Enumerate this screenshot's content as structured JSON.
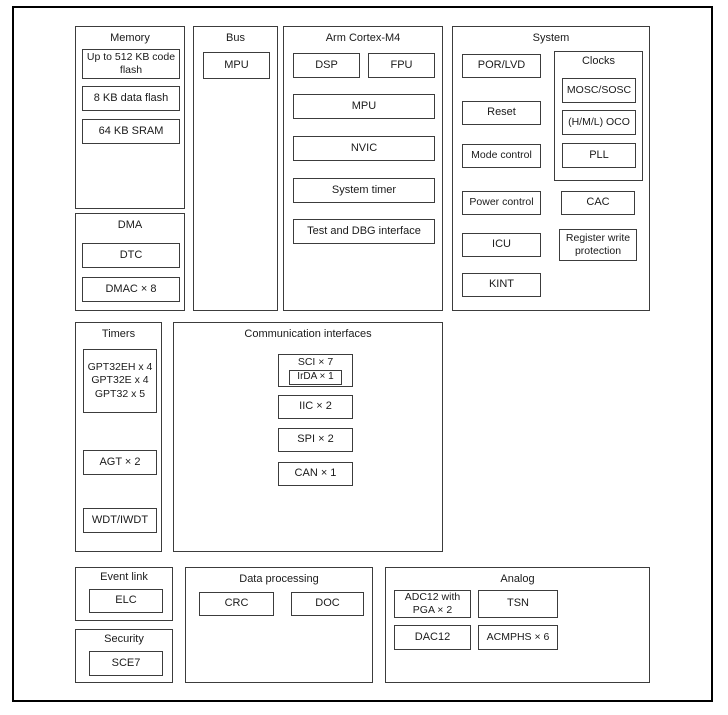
{
  "sections": {
    "memory": {
      "title": "Memory",
      "items": [
        "Up to 512 KB code flash",
        "8 KB data flash",
        "64 KB SRAM"
      ]
    },
    "dma": {
      "title": "DMA",
      "items": [
        "DTC",
        "DMAC × 8"
      ]
    },
    "bus": {
      "title": "Bus",
      "items": [
        "MPU"
      ]
    },
    "cortex": {
      "title": "Arm Cortex-M4",
      "items": [
        "DSP",
        "FPU",
        "MPU",
        "NVIC",
        "System timer",
        "Test and DBG interface"
      ]
    },
    "system": {
      "title": "System",
      "items": [
        "POR/LVD",
        "Reset",
        "Mode control",
        "Power control",
        "ICU",
        "KINT"
      ],
      "clocks": {
        "title": "Clocks",
        "items": [
          "MOSC/SOSC",
          "(H/M/L) OCO",
          "PLL"
        ]
      },
      "right_items": [
        "CAC",
        "Register write protection"
      ]
    },
    "timers": {
      "title": "Timers",
      "gpt_lines": [
        "GPT32EH x 4",
        "GPT32E x 4",
        "GPT32 x 5"
      ],
      "items": [
        "AGT × 2",
        "WDT/IWDT"
      ]
    },
    "comm": {
      "title": "Communication interfaces",
      "sci_label": "SCI × 7",
      "irda_label": "IrDA × 1",
      "items": [
        "IIC × 2",
        "SPI × 2",
        "CAN × 1"
      ]
    },
    "event_link": {
      "title": "Event link",
      "items": [
        "ELC"
      ]
    },
    "security": {
      "title": "Security",
      "items": [
        "SCE7"
      ]
    },
    "data_processing": {
      "title": "Data processing",
      "items": [
        "CRC",
        "DOC"
      ]
    },
    "analog": {
      "title": "Analog",
      "items": [
        "ADC12 with PGA × 2",
        "TSN",
        "DAC12",
        "ACMPHS × 6"
      ]
    }
  },
  "colors": {
    "frame_border": "#000000",
    "box_border": "#3c3c3c",
    "background": "#ffffff",
    "text": "#1a1a1a"
  }
}
